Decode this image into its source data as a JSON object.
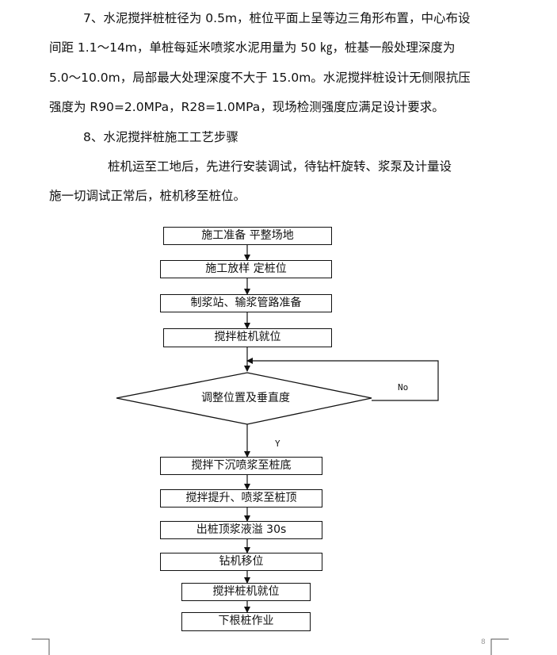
{
  "document": {
    "paragraphs": [
      "7、水泥搅拌桩桩径为 0.5m，桩位平面上呈等边三角形布置，中心布设",
      "间距 1.1～14m，单桩每延米喷浆水泥用量为 50 ㎏，桩基一般处理深度为",
      "5.0～10.0m，局部最大处理深度不大于 15.0m。水泥搅拌桩设计无侧限抗压",
      "强度为 R90=2.0MPa，R28=1.0MPa，现场检测强度应满足设计要求。",
      "8、水泥搅拌桩施工工艺步骤",
      "桩机运至工地后，先进行安装调试，待钻杆旋转、浆泵及计量设",
      "施一切调试正常后，桩机移至桩位。"
    ],
    "flowchart": {
      "steps": [
        "施工准备  平整场地",
        "施工放样  定桩位",
        "制浆站、输浆管路准备",
        "搅拌桩机就位",
        "调整位置及垂直度",
        "搅拌下沉喷浆至桩底",
        "搅拌提升、喷浆至桩顶",
        "出桩顶浆液溢 30s",
        "钻机移位",
        "搅拌桩机就位",
        "下根桩作业"
      ],
      "no_label": "No",
      "yes_label": "Y"
    },
    "page_number": "8"
  }
}
